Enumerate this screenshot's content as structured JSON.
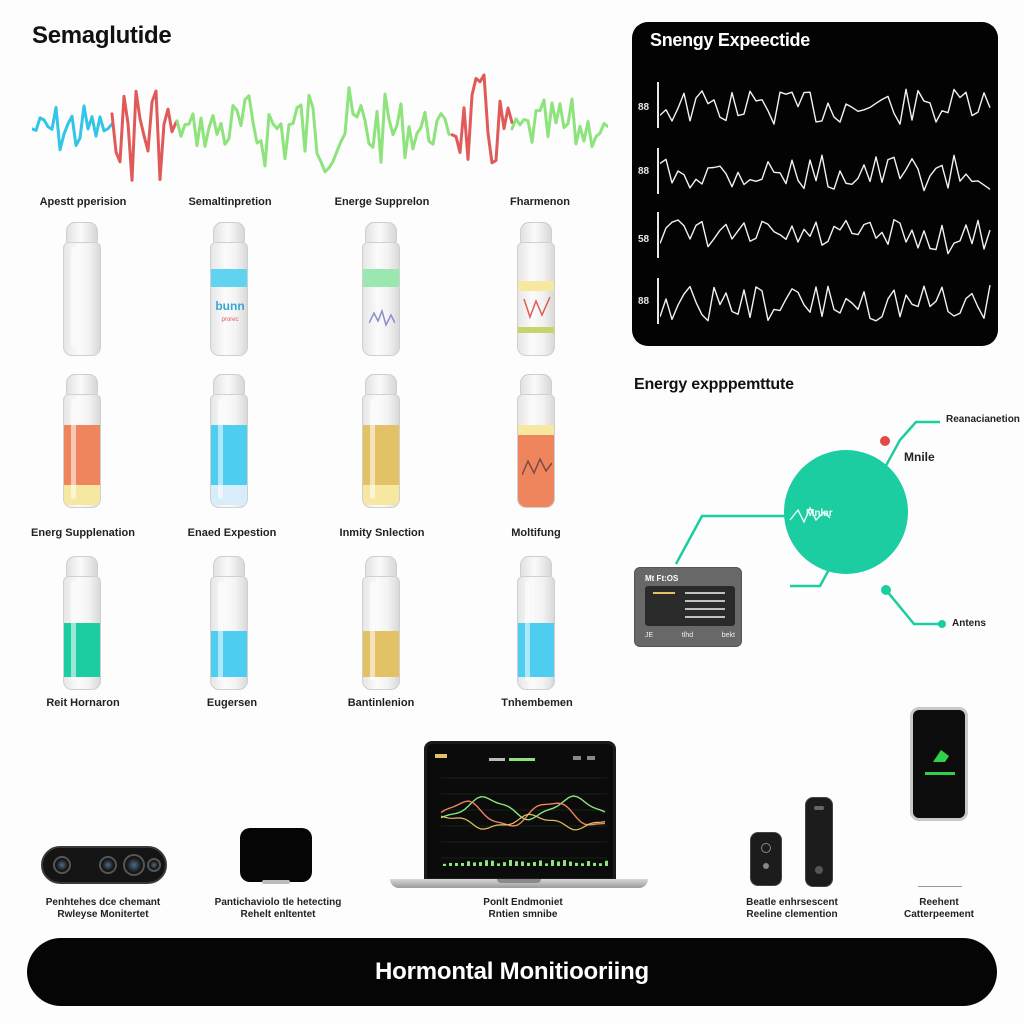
{
  "header": {
    "title": "Semaglutide"
  },
  "colors": {
    "cyan": "#33c4e8",
    "red": "#e15a5a",
    "green": "#8ee37d",
    "teal": "#1ccda2",
    "orange": "#ee855d",
    "gold": "#e3c267",
    "pale_yellow": "#f6e8a0"
  },
  "vial_grid": {
    "row1_labels": [
      "Apestt pperision",
      "Semaltinpretion",
      "Energe Supprelon",
      "Fharmenon"
    ],
    "row2_labels": [
      "Energ Supplenation",
      "Enaed Expestion",
      "Inmity Snlection",
      "Moltifung"
    ],
    "row3_labels": [
      "Reit Hornaron",
      "Eugersen",
      "Bantinlenion",
      "Tnhembemen"
    ],
    "vial_marks": [
      "bunn",
      "prorec"
    ]
  },
  "monitor": {
    "title": "Snengy Expeectide",
    "track_labels": [
      "88",
      "88",
      "58",
      "88"
    ]
  },
  "energy": {
    "heading": "Energy expppemttute",
    "label_top": "Reanacianetion",
    "label_mid": "Mnile",
    "label_circle": "Mnlar",
    "label_bottom": "Antens",
    "sensor": {
      "title": "Mt Ft:OS",
      "foot": [
        "JE",
        "tlhd",
        "bekt"
      ]
    }
  },
  "devices": {
    "camera_caption": [
      "Penhtehes dce chemant",
      "Rwleyse Monitertet"
    ],
    "box_caption": [
      "Pantichaviolo tle hetecting",
      "Rehelt enltentet"
    ],
    "laptop_caption": [
      "Ponlt Endmoniet",
      "Rntien smnibe"
    ],
    "remote_caption": [
      "Beatle enhrsescent",
      "Reeline clemention"
    ],
    "phone_caption": [
      "Reehent",
      "Catterpeement"
    ]
  },
  "footer": {
    "title": "Hormontal Monitiooriing"
  }
}
